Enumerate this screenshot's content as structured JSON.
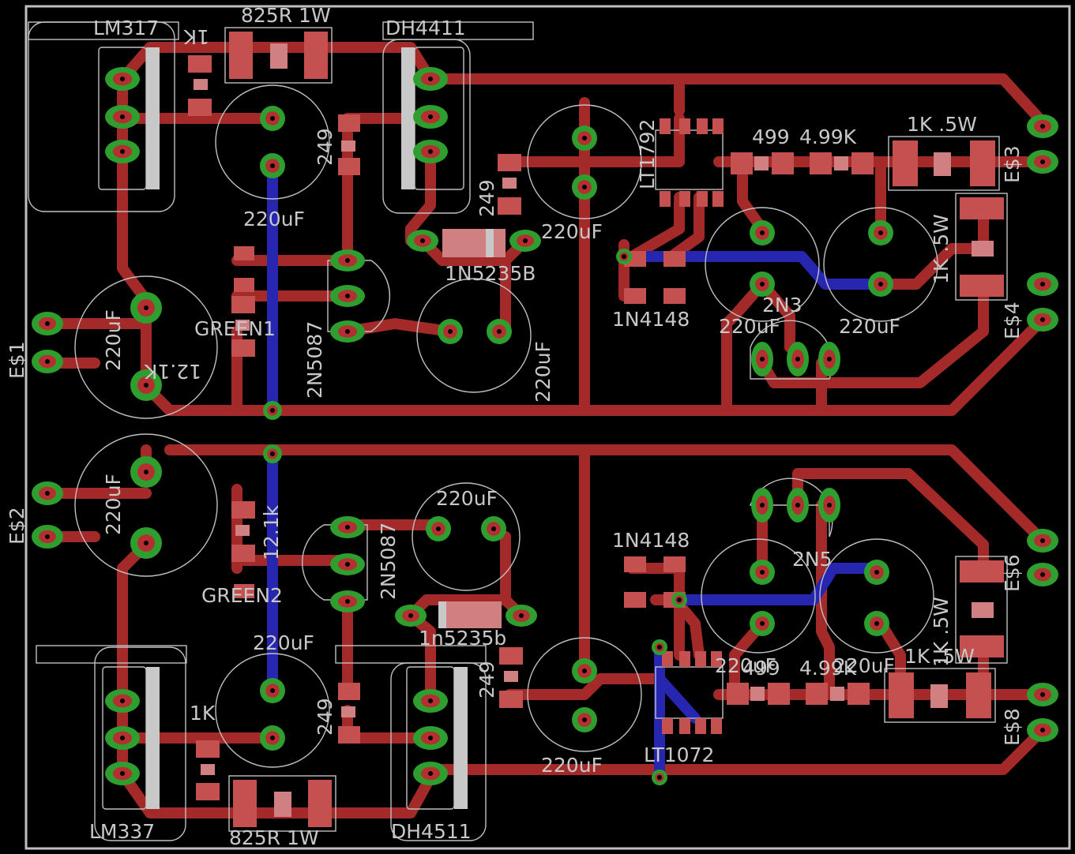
{
  "board": {
    "colors": {
      "background": "#000000",
      "trace_top": "#a42a2a",
      "trace_bottom": "#2626b0",
      "pad": "#2e9e2e",
      "silkscreen": "#c8c8c8"
    }
  },
  "labels": {
    "lm317": "LM317",
    "r825_top": "825R 1W",
    "r1k_top": "1K",
    "dh4411": "DH4411",
    "c220_u1": "220uF",
    "r249_u1": "249",
    "r249_u2": "249",
    "c220_u2": "220uF",
    "lt1792": "LT1792",
    "r499_u": "499",
    "r499k_u": "4.99K",
    "r1k5_u": "1K .5W",
    "r1k5_uv": "1K .5W",
    "es3": "E$3",
    "es4": "E$4",
    "d1n5235b": "1N5235B",
    "d1n4148_u": "1N4148",
    "q2n3": "2N3",
    "c220_u3": "220uF",
    "c220_u4": "220uF",
    "green1": "GREEN1",
    "r121k_u": "12.1K",
    "q2n5087_u": "2N5087",
    "c220_u5": "220uF",
    "c220_u6": "220uF",
    "es1": "E$1",
    "es2": "E$2",
    "c220_l1": "220uF",
    "r121k_l": "12.1k",
    "green2": "GREEN2",
    "c220_l2": "220uF",
    "q2n5087_l": "2N5087",
    "d1n5235b_l": "1n5235b",
    "r249_l1": "249",
    "r249_l2": "249",
    "c220_l3": "220uF",
    "r1k_l": "1K",
    "lm337": "LM337",
    "r825_bot": "825R 1W",
    "dh4511": "DH4511",
    "c220_l4": "220uF",
    "lt1072": "LT1072",
    "d1n4148_l": "1N4148",
    "q2n5": "2N5",
    "c220_l5": "220uF",
    "c220_l6": "220uF",
    "r499_l": "499",
    "r499k_l": "4.99K",
    "r1k5_l": "1K .5W",
    "r1k5_lv": "1K .5W",
    "es6": "E$6",
    "es8": "E$8"
  }
}
